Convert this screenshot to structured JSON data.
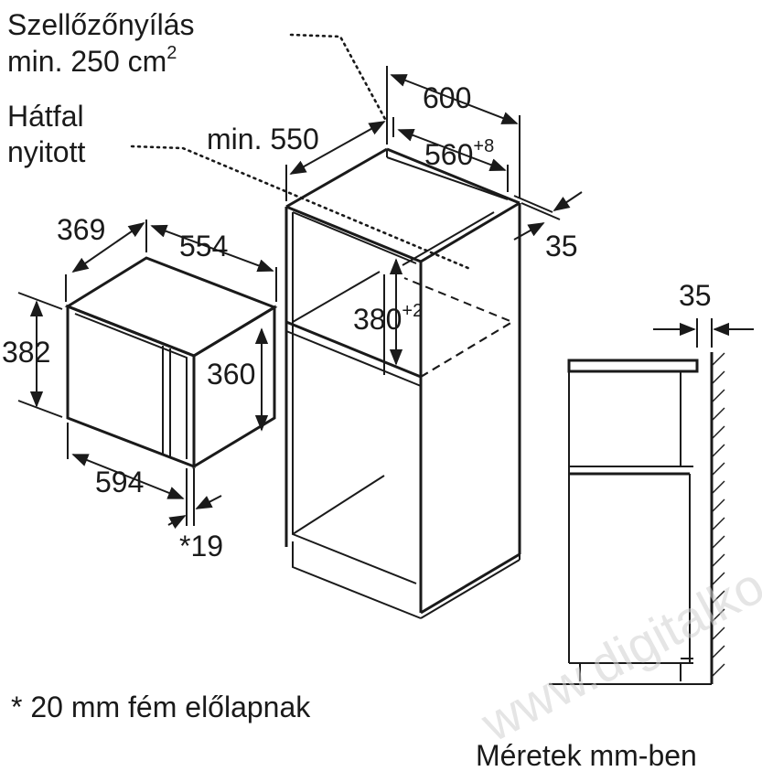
{
  "labels": {
    "vent_line1": "Szellőzőnyílás",
    "vent_line2": "min. 250 cm",
    "vent_sup": "2",
    "back_line1": "Hátfal",
    "back_line2": "nyitott",
    "min550": "min. 550",
    "d600": "600",
    "d560": "560",
    "d560_sup": "+8",
    "d35_top": "35",
    "d369": "369",
    "d554": "554",
    "d382": "382",
    "d360": "360",
    "d594": "594",
    "d19": "*19",
    "d380": "380",
    "d380_sup": "+2",
    "d35_side": "35",
    "footnote": "* 20 mm fém előlapnak",
    "units": "Méretek mm-ben",
    "watermark": "www.digitalko.hu"
  }
}
